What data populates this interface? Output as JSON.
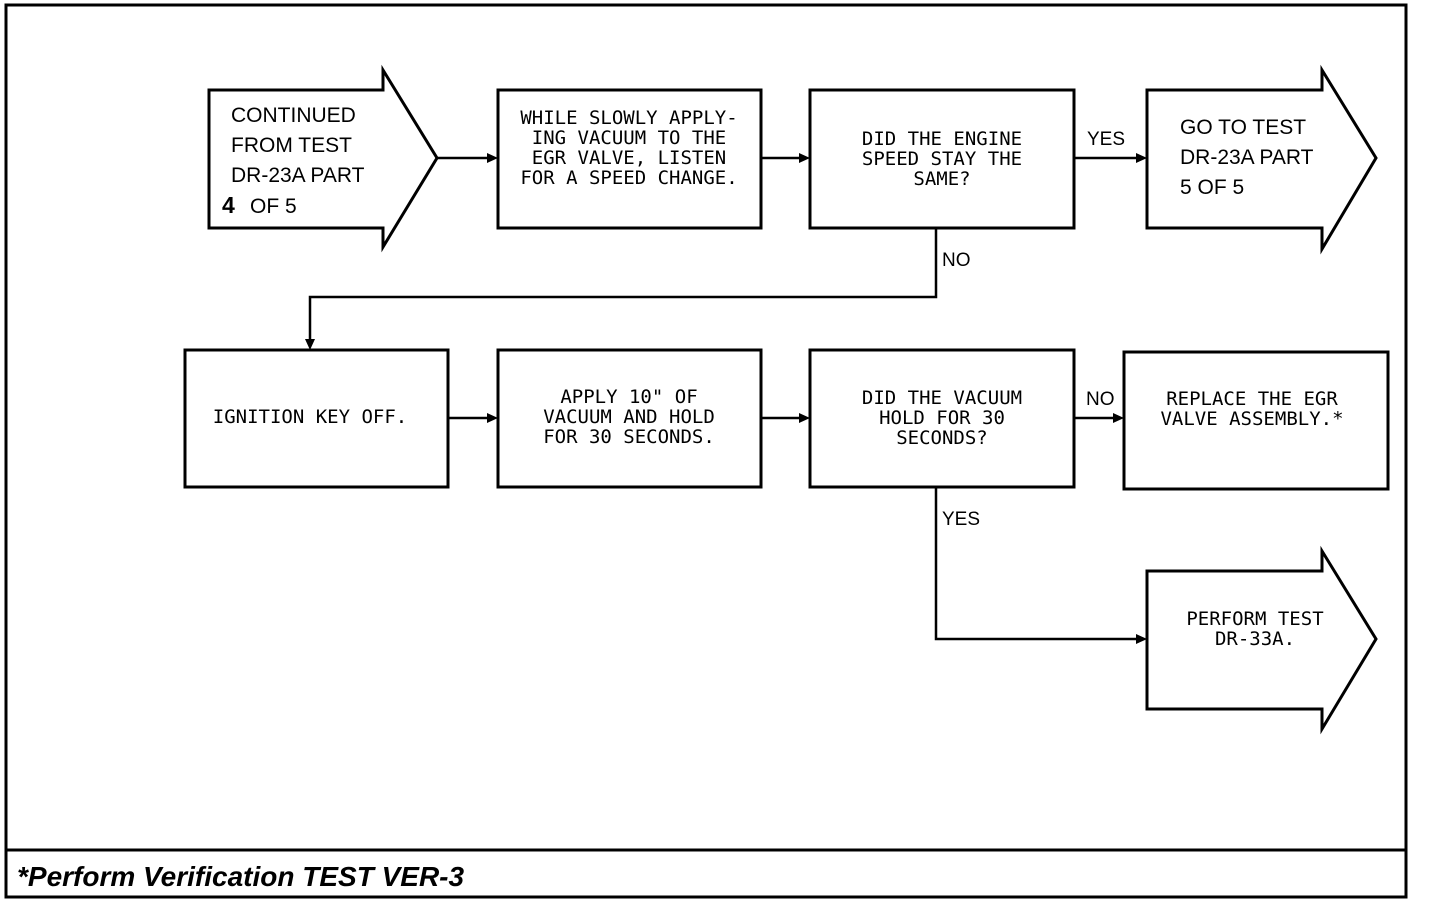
{
  "start": {
    "lines": [
      "CONTINUED",
      "FROM TEST",
      "DR-23A PART"
    ],
    "part_number": "4",
    "part_suffix": "OF 5"
  },
  "step_listen": [
    "WHILE SLOWLY APPLY-",
    "ING VACUUM TO THE",
    "EGR VALVE, LISTEN",
    "FOR A SPEED CHANGE."
  ],
  "decision_speed": [
    "DID THE ENGINE",
    "SPEED STAY THE",
    "SAME?"
  ],
  "goto_part5": [
    "GO TO TEST",
    "DR-23A PART",
    "5 OF 5"
  ],
  "step_ignition": [
    "IGNITION KEY OFF."
  ],
  "step_apply": [
    "APPLY 10\" OF",
    "VACUUM AND HOLD",
    "FOR 30 SECONDS."
  ],
  "decision_vacuum": [
    "DID THE VACUUM",
    "HOLD FOR 30",
    "SECONDS?"
  ],
  "step_replace": [
    "REPLACE THE EGR",
    "VALVE ASSEMBLY.*"
  ],
  "goto_dr33a": [
    "PERFORM TEST",
    "DR-33A."
  ],
  "labels": {
    "speed_yes": "YES",
    "speed_no": "NO",
    "vacuum_no": "NO",
    "vacuum_yes": "YES"
  },
  "footer": "*Perform Verification TEST VER-3"
}
